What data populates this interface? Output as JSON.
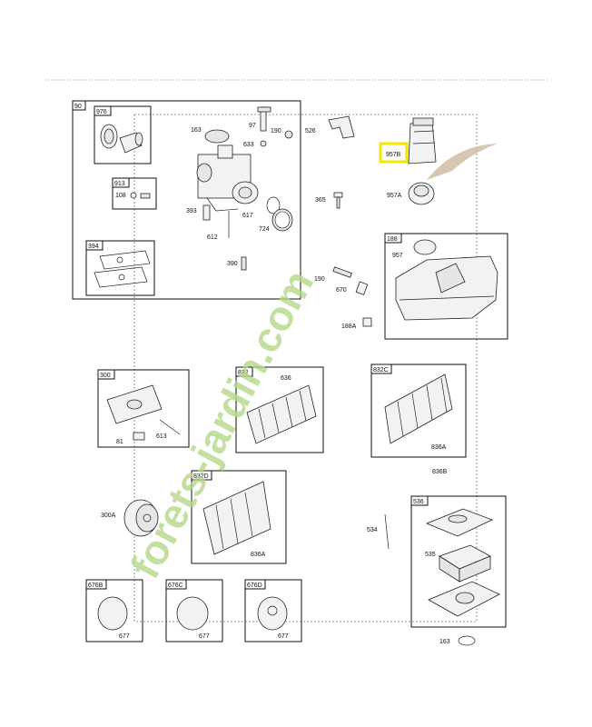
{
  "watermark": {
    "text": "forets-jardin.com",
    "green": "#b5d98a",
    "tan": "#cdb89e"
  },
  "highlight": {
    "color": "#f5e600"
  },
  "groups": {
    "g90": "90",
    "g976": "976",
    "g913": "913",
    "g394": "394",
    "g188": "188",
    "g300": "300",
    "g832": "832",
    "g832c": "832C",
    "g832d": "832D",
    "g536": "536",
    "g676b": "676B",
    "g676c": "676C",
    "g676d": "676D"
  },
  "parts": {
    "p163": "163",
    "p97": "97",
    "p190a": "190",
    "p633": "633",
    "p526": "526",
    "p957b": "957B",
    "p108": "108",
    "p393": "393",
    "p617": "617",
    "p612": "612",
    "p724": "724",
    "p390": "390",
    "p365": "365",
    "p957a": "957A",
    "p957": "957",
    "p190b": "190",
    "p670": "670",
    "p188a": "188A",
    "p636": "636",
    "p81": "81",
    "p613": "613",
    "p836a1": "836A",
    "p836b": "836B",
    "p300a": "300A",
    "p836a2": "836A",
    "p534": "534",
    "p535": "535",
    "p677a": "677",
    "p677b": "677",
    "p677c": "677",
    "p163b": "163"
  }
}
